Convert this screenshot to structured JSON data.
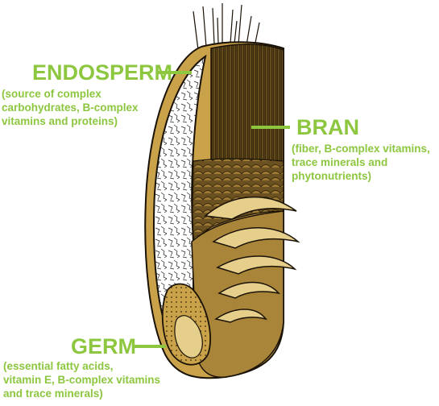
{
  "colors": {
    "label": "#8dc63f",
    "bran_dark": "#3a2a0e",
    "bran_mid": "#8a6a28",
    "husk_gold": "#c9a24a",
    "husk_light": "#e6cf8a",
    "endosperm": "#ffffff",
    "outline": "#1a1206"
  },
  "labels": {
    "endosperm": {
      "title": "ENDOSPERM",
      "lines": [
        "(source of complex",
        "carbohydrates, B-complex",
        "vitamins and proteins)"
      ]
    },
    "bran": {
      "title": "BRAN",
      "lines": [
        "(fiber, B-complex vitamins,",
        "trace minerals and",
        "phytonutrients)"
      ]
    },
    "germ": {
      "title": "GERM",
      "lines": [
        "(essential fatty acids,",
        "vitamin E, B-complex vitamins",
        "and trace minerals)"
      ]
    }
  }
}
